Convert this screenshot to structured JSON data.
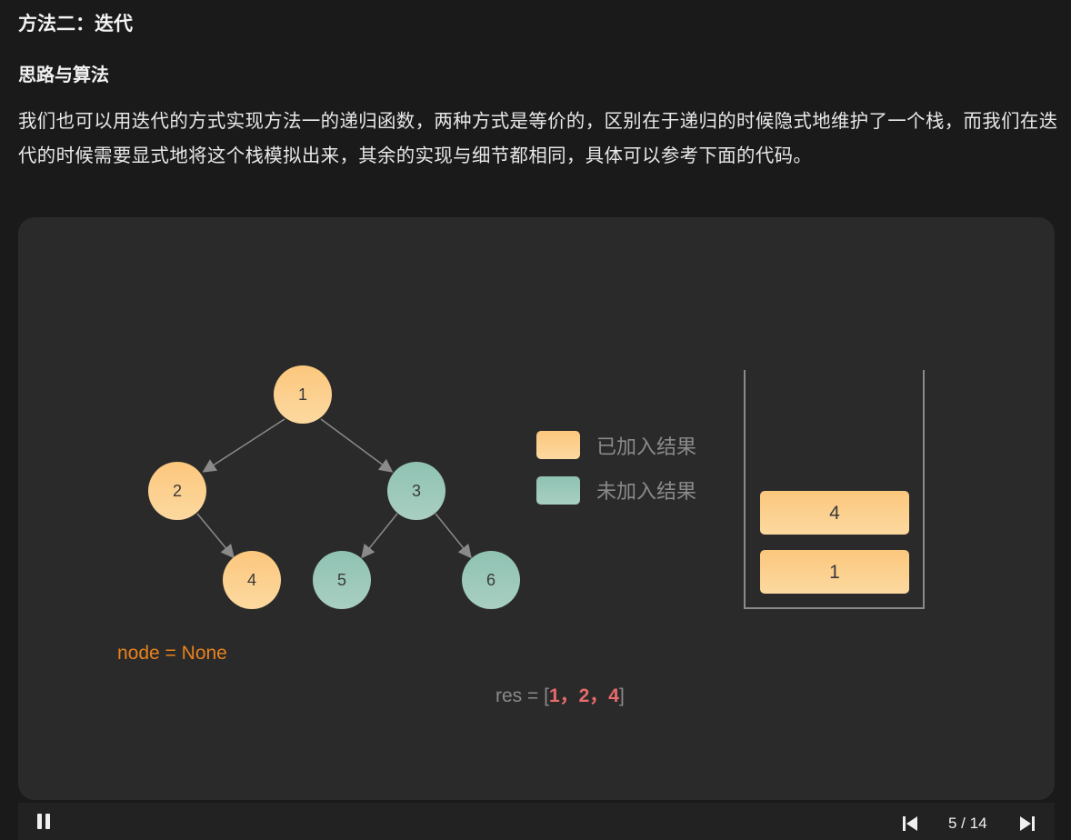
{
  "heading": "方法二：迭代",
  "subheading": "思路与算法",
  "paragraph": "我们也可以用迭代的方式实现方法一的递归函数，两种方式是等价的，区别在于递归的时候隐式地维护了一个栈，而我们在迭代的时候需要显式地将这个栈模拟出来，其余的实现与细节都相同，具体可以参考下面的代码。",
  "animation": {
    "tree": {
      "nodes": [
        {
          "id": "n1",
          "label": "1",
          "state": "added"
        },
        {
          "id": "n2",
          "label": "2",
          "state": "added"
        },
        {
          "id": "n3",
          "label": "3",
          "state": "not-added"
        },
        {
          "id": "n4",
          "label": "4",
          "state": "added"
        },
        {
          "id": "n5",
          "label": "5",
          "state": "not-added"
        },
        {
          "id": "n6",
          "label": "6",
          "state": "not-added"
        }
      ]
    },
    "legend": {
      "added": "已加入结果",
      "not_added": "未加入结果"
    },
    "stack": [
      "4",
      "1"
    ],
    "node_text": "node = None",
    "res_prefix": "res = [",
    "res_values": "1，2，4",
    "res_suffix": "]",
    "colors": {
      "added": "#fcc77d",
      "not_added": "#8fc2b2",
      "node_var": "#e8821e",
      "res_value": "#e76b6b"
    }
  },
  "player": {
    "pause_icon": "pause-icon",
    "prev_icon": "skip-previous-icon",
    "next_icon": "skip-next-icon",
    "counter": "5 / 14"
  }
}
